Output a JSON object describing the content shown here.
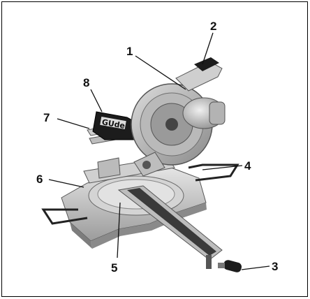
{
  "figure": {
    "brand_text": "GUde",
    "callouts": [
      {
        "id": "1",
        "label": "1"
      },
      {
        "id": "2",
        "label": "2"
      },
      {
        "id": "3",
        "label": "3"
      },
      {
        "id": "4",
        "label": "4"
      },
      {
        "id": "5",
        "label": "5"
      },
      {
        "id": "6",
        "label": "6"
      },
      {
        "id": "7",
        "label": "7"
      },
      {
        "id": "8",
        "label": "8"
      }
    ]
  },
  "colors": {
    "metal": "#c9c9c9",
    "metal_dark": "#8f8f8f",
    "black": "#1c1c1c",
    "blade": "#a9a9a9"
  }
}
